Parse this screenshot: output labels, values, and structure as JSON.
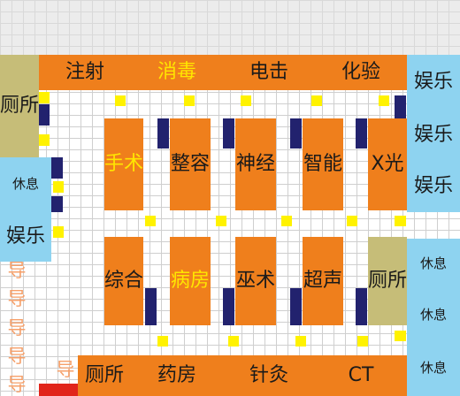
{
  "top_rooms": [
    {
      "label": "注射",
      "highlight": false
    },
    {
      "label": "消毒",
      "highlight": true
    },
    {
      "label": "电击",
      "highlight": false
    },
    {
      "label": "化验",
      "highlight": false
    }
  ],
  "bottom_rooms": [
    {
      "label": "厕所",
      "highlight": false
    },
    {
      "label": "药房",
      "highlight": false
    },
    {
      "label": "针灸",
      "highlight": false
    },
    {
      "label": "CT",
      "highlight": false
    }
  ],
  "upper_wards": [
    "手术",
    "整容",
    "神经",
    "智能",
    "X光"
  ],
  "lower_wards": [
    "综合",
    "病房",
    "巫术",
    "超声"
  ],
  "left_side": {
    "toilet": "厕所",
    "rest": "休息",
    "entertainment": "娱乐"
  },
  "right_side": {
    "entertainment": [
      "娱乐",
      "娱乐",
      "娱乐"
    ],
    "rest": [
      "休息",
      "休息",
      "休息"
    ]
  },
  "inner_toilet": "厕所",
  "guides": [
    "导",
    "导",
    "导",
    "导",
    "导"
  ],
  "entrance_guide": "导",
  "colors": {
    "room_orange": "#ef7f1c",
    "room_blue": "#8ed3f0",
    "room_olive": "#c6bd78",
    "highlight_text": "#ffe600",
    "guide_text": "#f6a06a",
    "wall_navy": "#22226e",
    "marker_yellow": "#fff200",
    "entrance_red": "#e1251b"
  }
}
